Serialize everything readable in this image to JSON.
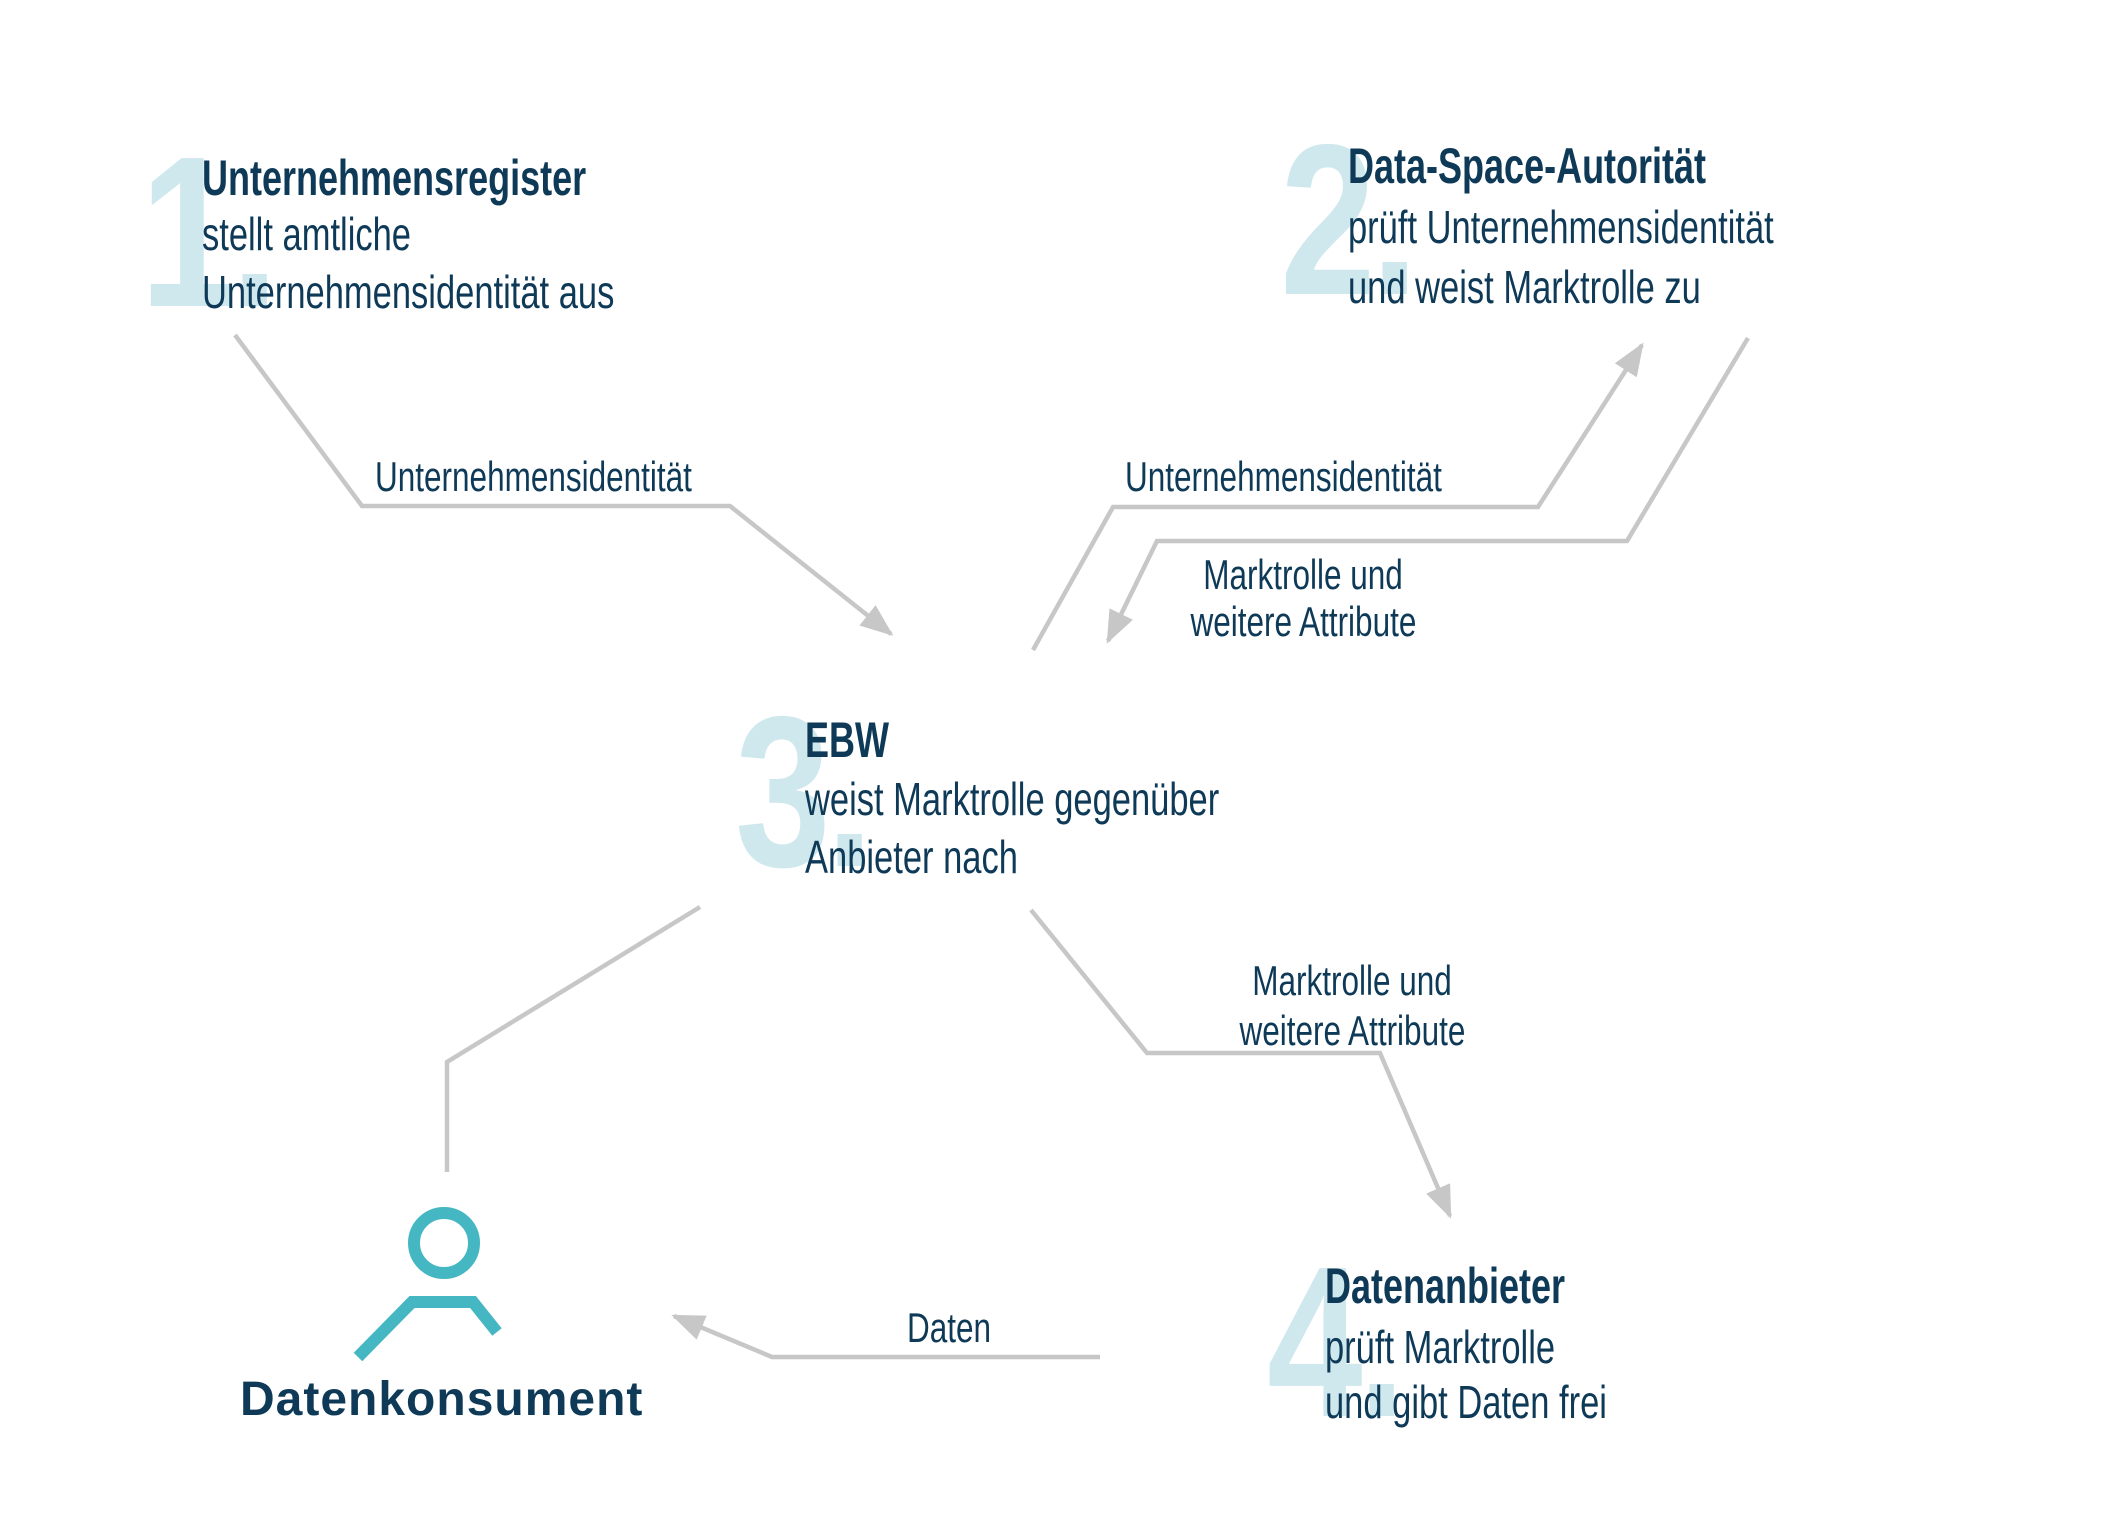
{
  "palette": {
    "navy": "#0e3a58",
    "light_blue": "#cfe8ee",
    "arrow_gray": "#c7c7c7",
    "teal": "#45b7c2"
  },
  "steps": [
    {
      "number": "1.",
      "title": "Unternehmensregister",
      "line1": "stellt amtliche",
      "line2": "Unternehmensidentität aus"
    },
    {
      "number": "2.",
      "title": "Data-Space-Autorität",
      "line1": "prüft Unternehmensidentität",
      "line2": "und weist Marktrolle zu"
    },
    {
      "number": "3.",
      "title": "EBW",
      "line1": "weist Marktrolle gegenüber",
      "line2": "Anbieter nach"
    },
    {
      "number": "4.",
      "title": "Datenanbieter",
      "line1": "prüft Marktrolle",
      "line2": "und gibt Daten frei"
    }
  ],
  "actor": {
    "label": "Datenkonsument",
    "icon": "person-icon"
  },
  "edges": {
    "register_to_ebw": {
      "label": "Unternehmensidentität"
    },
    "ebw_to_authority": {
      "label": "Unternehmensidentität"
    },
    "authority_to_ebw": {
      "label_line1": "Marktrolle und",
      "label_line2": "weitere Attribute"
    },
    "ebw_to_provider": {
      "label_line1": "Marktrolle und",
      "label_line2": "weitere Attribute"
    },
    "provider_to_consumer": {
      "label": "Daten"
    }
  }
}
